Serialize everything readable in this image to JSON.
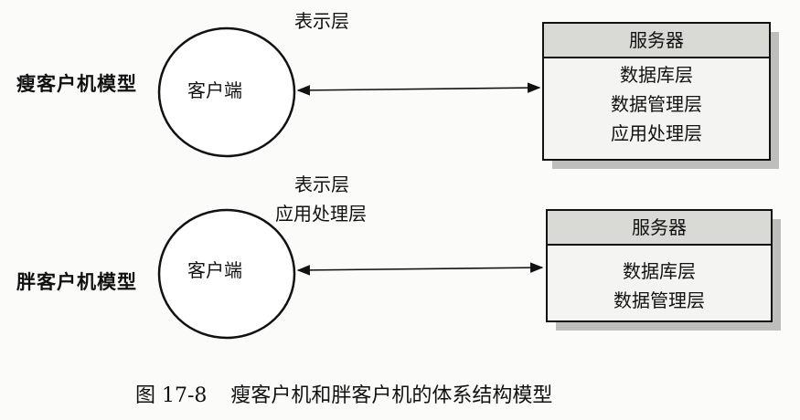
{
  "thin_model": {
    "title": "瘦客户机模型",
    "client_label": "客户端",
    "client_layers": [
      "表示层"
    ],
    "server_title": "服务器",
    "server_layers": [
      "数据库层",
      "数据管理层",
      "应用处理层"
    ]
  },
  "fat_model": {
    "title": "胖客户机模型",
    "client_label": "客户端",
    "client_layers": [
      "表示层",
      "应用处理层"
    ],
    "server_title": "服务器",
    "server_layers": [
      "数据库层",
      "数据管理层"
    ]
  },
  "caption": {
    "number": "图 17-8",
    "text": "瘦客户机和胖客户机的体系结构模型"
  },
  "colors": {
    "line": "#111111",
    "server_header_fill": "#d9d9d6",
    "server_body_fill": "#f4f4f2",
    "shadow": "#8c8c8a"
  }
}
